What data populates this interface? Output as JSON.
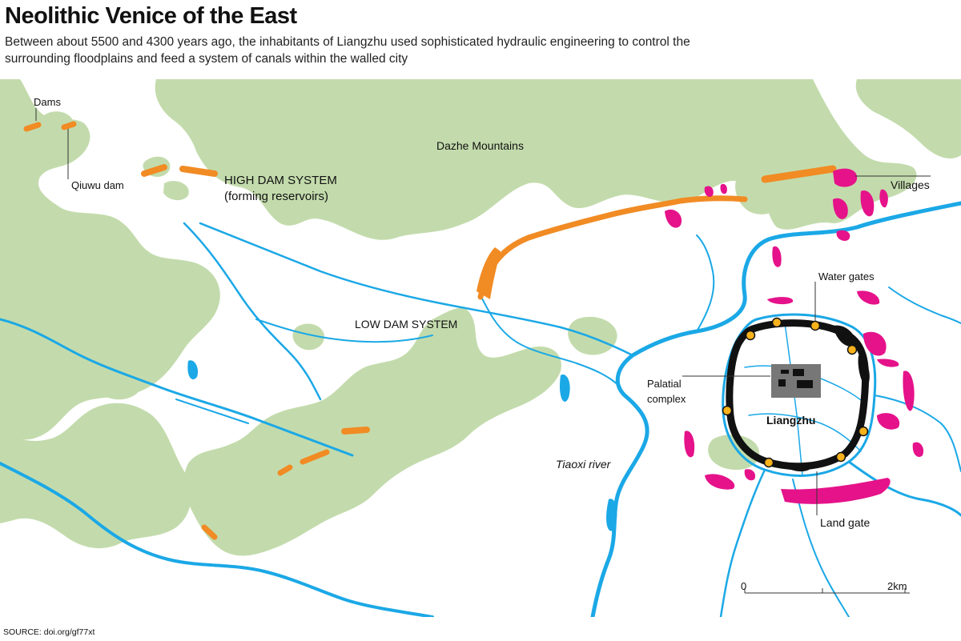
{
  "header": {
    "title": "Neolithic Venice of the East",
    "subtitle": "Between about 5500 and 4300 years ago, the inhabitants of Liangzhu used sophisticated hydraulic engineering to control the surrounding floodplains and feed a system of canals within the walled city"
  },
  "colors": {
    "land": "#c3dbac",
    "water": "#1ba8e6",
    "dam": "#f18b24",
    "village": "#e5128a",
    "wall": "#111111",
    "gate": "#f7b21c",
    "palace": "#777777"
  },
  "labels": {
    "mountains": "Dazhe Mountains",
    "dams": "Dams",
    "qiuwu_dam": "Qiuwu dam",
    "high_dam_line1": "HIGH DAM SYSTEM",
    "high_dam_line2": "(forming reservoirs)",
    "low_dam": "LOW DAM SYSTEM",
    "villages": "Villages",
    "water_gates": "Water gates",
    "palatial_line1": "Palatial",
    "palatial_line2": "complex",
    "city": "Liangzhu",
    "river": "Tiaoxi river",
    "land_gate": "Land gate"
  },
  "scale": {
    "start": "0",
    "end": "2km"
  },
  "source": "SOURCE: doi.org/gf77xt"
}
